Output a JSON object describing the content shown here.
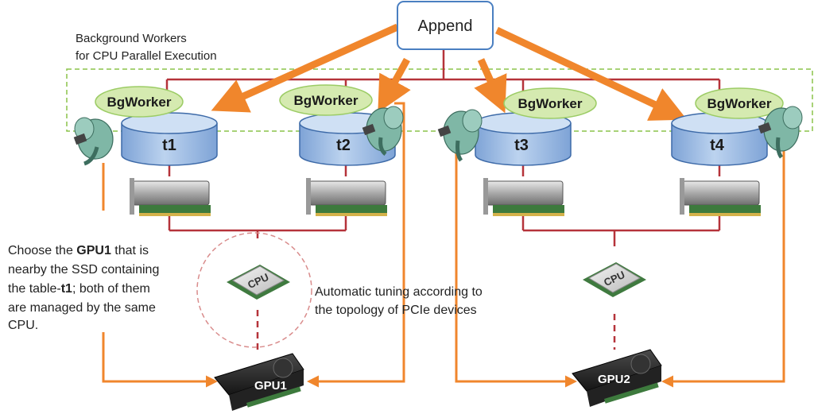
{
  "append_label": "Append",
  "group_caption": [
    "Background Workers",
    "for CPU Parallel Execution"
  ],
  "workers": [
    {
      "worker_label": "BgWorker",
      "table_label": "t1"
    },
    {
      "worker_label": "BgWorker",
      "table_label": "t2"
    },
    {
      "worker_label": "BgWorker",
      "table_label": "t3"
    },
    {
      "worker_label": "BgWorker",
      "table_label": "t4"
    }
  ],
  "cpu_label": "CPU",
  "gpus": [
    {
      "label": "GPU1"
    },
    {
      "label": "GPU2"
    }
  ],
  "tuning_note": [
    "Automatic tuning according to",
    "the topology of PCIe devices"
  ],
  "choose_note": {
    "l1_pre": "Choose the ",
    "l1_bold": "GPU1",
    "l1_post": " that is",
    "l2": "nearby the SSD containing",
    "l3_pre": "the table-",
    "l3_bold": "t1",
    "l3_post": "; both of them",
    "l4": "are managed by the same",
    "l5": "CPU."
  },
  "colors": {
    "arrow_orange": "#f0862c",
    "bus_red": "#b5333a",
    "worker_fill": "#d5eab0",
    "table_fill": "#a8c4e6",
    "group_border": "#8bc34a",
    "append_border": "#4a7fc1",
    "dashed_circle": "#d98c8c"
  }
}
